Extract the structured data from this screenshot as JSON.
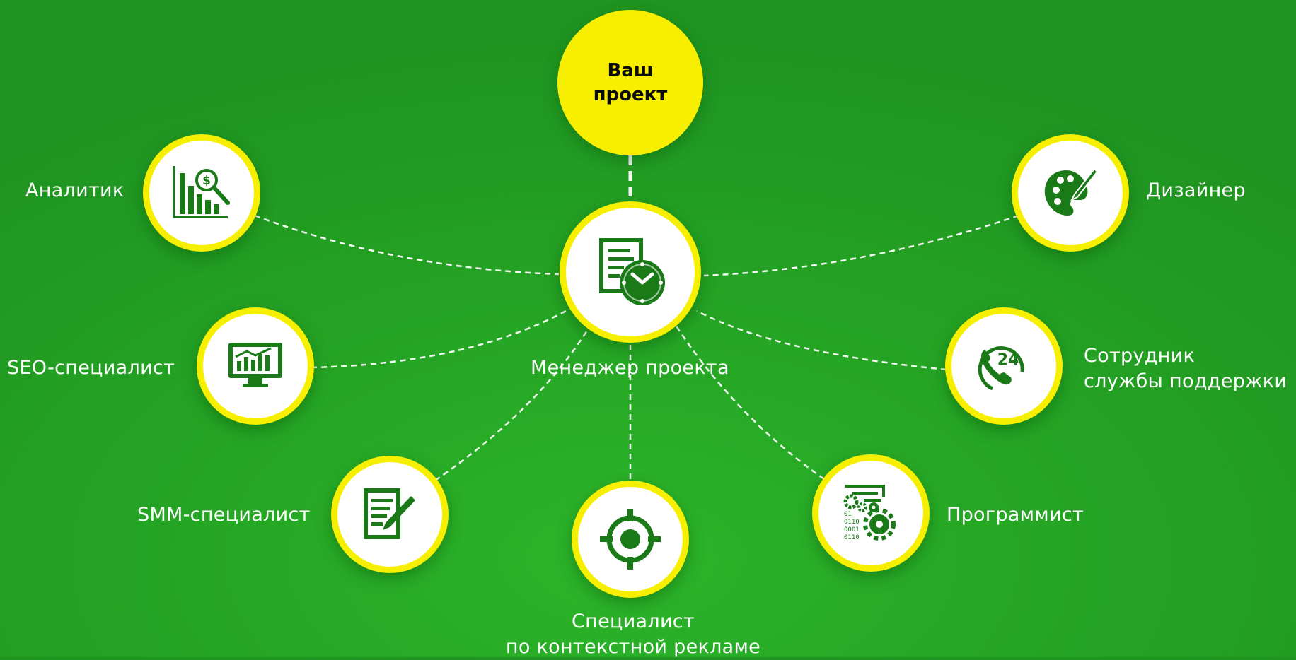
{
  "diagram": {
    "root": {
      "label": "Ваш\nпроект",
      "color": "#f7ee00"
    },
    "center": {
      "label": "Менеджер проекта",
      "icon": "document-clock-icon"
    },
    "roles": [
      {
        "key": "analyst",
        "label": "Аналитик",
        "icon": "analytics-chart-magnifier-icon"
      },
      {
        "key": "seo",
        "label": "SEO-специалист",
        "icon": "monitor-chart-icon"
      },
      {
        "key": "smm",
        "label": "SMM-специалист",
        "icon": "document-pencil-icon"
      },
      {
        "key": "context",
        "label": "Специалист\nпо контекстной рекламе",
        "icon": "target-crosshair-icon"
      },
      {
        "key": "programmer",
        "label": "Программист",
        "icon": "code-gears-icon"
      },
      {
        "key": "support",
        "label": "Сотрудник\nслужбы поддержки",
        "icon": "phone-24-icon"
      },
      {
        "key": "designer",
        "label": "Дизайнер",
        "icon": "palette-brush-icon"
      }
    ],
    "colors": {
      "background": "#25a524",
      "node_border": "#f6ef00",
      "icon": "#1a7a18",
      "connector": "#ffffff"
    }
  }
}
